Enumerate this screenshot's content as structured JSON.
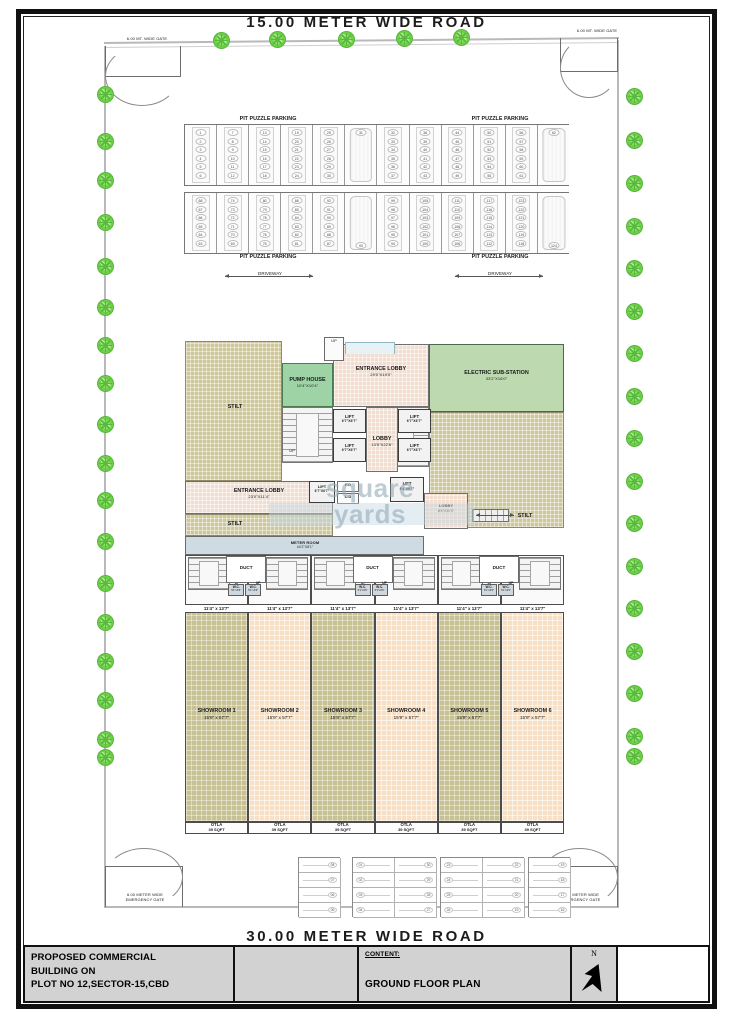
{
  "drawing": {
    "road_top": "15.00  METER WIDE ROAD",
    "road_bottom": "30.00  METER WIDE ROAD",
    "gate_top_left": "6.00 MT. WIDE GATE",
    "gate_top_right": "6.00 MT. WIDE GATE",
    "gate_bottom_left": "6.00 METER WIDE\nEMERGENCY GATE",
    "gate_bottom_right": "6.00 METER WIDE\nEMERGENCY GATE",
    "gate_bottom_left_l1": "6.00 METER WIDE",
    "gate_bottom_left_l2": "EMERGENCY GATE",
    "gate_bottom_right_l1": "6.00 METER WIDE",
    "gate_bottom_right_l2": "EMERGENCY GATE"
  },
  "parking": {
    "label_top_left": "PIT PUZZLE PARKING",
    "label_top_right": "PIT PUZZLE PARKING",
    "label_bottom_left": "PIT PUZZLE PARKING",
    "label_bottom_right": "PIT PUZZLE PARKING",
    "driveway_left": "DRIVEWAY",
    "driveway_right": "DRIVEWAY",
    "upper_row": [
      {
        "type": "stack",
        "numbers": [
          "1",
          "2",
          "3",
          "4",
          "5",
          "6"
        ]
      },
      {
        "type": "stack",
        "numbers": [
          "7",
          "8",
          "9",
          "10",
          "11",
          "12"
        ]
      },
      {
        "type": "stack",
        "numbers": [
          "13",
          "14",
          "15",
          "16",
          "17",
          "18"
        ]
      },
      {
        "type": "stack",
        "numbers": [
          "19",
          "20",
          "21",
          "22",
          "23",
          "24"
        ]
      },
      {
        "type": "stack",
        "numbers": [
          "25",
          "26",
          "27",
          "28",
          "29",
          "30"
        ]
      },
      {
        "type": "car",
        "numbers": [
          "31"
        ]
      },
      {
        "type": "stack",
        "numbers": [
          "32",
          "33",
          "34",
          "35",
          "36",
          "37"
        ]
      },
      {
        "type": "stack",
        "numbers": [
          "38",
          "39",
          "40",
          "41",
          "42",
          "43"
        ]
      },
      {
        "type": "stack",
        "numbers": [
          "44",
          "45",
          "46",
          "47",
          "48",
          "49"
        ]
      },
      {
        "type": "stack",
        "numbers": [
          "50",
          "51",
          "52",
          "53",
          "54",
          "55"
        ]
      },
      {
        "type": "stack",
        "numbers": [
          "56",
          "57",
          "58",
          "59",
          "60",
          "61"
        ]
      },
      {
        "type": "car",
        "numbers": [
          "62"
        ]
      }
    ],
    "lower_row": [
      {
        "type": "stack",
        "numbers": [
          "68",
          "67",
          "66",
          "65",
          "64",
          "63"
        ]
      },
      {
        "type": "stack",
        "numbers": [
          "74",
          "73",
          "72",
          "71",
          "70",
          "69"
        ]
      },
      {
        "type": "stack",
        "numbers": [
          "80",
          "79",
          "78",
          "77",
          "76",
          "75"
        ]
      },
      {
        "type": "stack",
        "numbers": [
          "86",
          "85",
          "84",
          "83",
          "82",
          "81"
        ]
      },
      {
        "type": "stack",
        "numbers": [
          "92",
          "91",
          "90",
          "89",
          "88",
          "87"
        ]
      },
      {
        "type": "car",
        "numbers": [
          "93"
        ]
      },
      {
        "type": "stack",
        "numbers": [
          "99",
          "98",
          "97",
          "96",
          "95",
          "94"
        ]
      },
      {
        "type": "stack",
        "numbers": [
          "105",
          "104",
          "103",
          "102",
          "101",
          "100"
        ]
      },
      {
        "type": "stack",
        "numbers": [
          "111",
          "110",
          "109",
          "108",
          "107",
          "106"
        ]
      },
      {
        "type": "stack",
        "numbers": [
          "117",
          "116",
          "115",
          "114",
          "113",
          "112"
        ]
      },
      {
        "type": "stack",
        "numbers": [
          "123",
          "122",
          "121",
          "120",
          "119",
          "118"
        ]
      },
      {
        "type": "car",
        "numbers": [
          "124"
        ]
      }
    ],
    "bottom_blocks": [
      {
        "cols": 1,
        "numbers": [
          [
            "08"
          ],
          [
            "07"
          ],
          [
            "06"
          ],
          [
            "05"
          ]
        ]
      },
      {
        "cols": 2,
        "numbers": [
          [
            "01",
            "30"
          ],
          [
            "02",
            "29"
          ],
          [
            "03",
            "28"
          ],
          [
            "04",
            "27"
          ]
        ]
      },
      {
        "cols": 2,
        "numbers": [
          [
            "23",
            "22"
          ],
          [
            "24",
            "21"
          ],
          [
            "25",
            "20"
          ],
          [
            "26",
            "19"
          ]
        ]
      },
      {
        "cols": 1,
        "numbers": [
          [
            "19"
          ],
          [
            "18"
          ],
          [
            "17"
          ],
          [
            "16"
          ]
        ]
      }
    ]
  },
  "building": {
    "stilt_label": "STILT",
    "rooms": [
      {
        "id": "stilt-top-left",
        "label": "STILT"
      },
      {
        "id": "stilt-mid-left",
        "label": "STILT"
      },
      {
        "id": "stilt-right",
        "label": "STILT"
      }
    ],
    "pump_house": {
      "name": "PUMP HOUSE",
      "dims": "10'4\"X10'4\""
    },
    "entrance_lobby_left": {
      "name": "ENTRANCE LOBBY",
      "dims": "23'0\"X11'4\""
    },
    "entrance_lobby_top": {
      "name": "ENTRANCE LOBBY",
      "dims": "29'0\"X19'0\""
    },
    "electric_substation": {
      "name": "ELECTRIC SUB-STATION",
      "dims": "33'2\"X16'0\""
    },
    "main_lobby": {
      "name": "LOBBY",
      "dims": "13'5\"X22'6\""
    },
    "small_lobby": {
      "name": "LOBBY",
      "dims": "8'4\"X11'0\""
    },
    "meter_room": {
      "name": "METER ROOM",
      "dims": "44'2\"X8'1\""
    },
    "lifts": [
      {
        "name": "LIFT",
        "dims": "6'7\"X6'7\""
      },
      {
        "name": "LIFT",
        "dims": "6'7\"X6'7\""
      },
      {
        "name": "LIFT",
        "dims": "6'7\"X6'7\""
      },
      {
        "name": "LIFT",
        "dims": "6'7\"X6'7\""
      },
      {
        "name": "LIFT",
        "dims": "6'7\"X6'7\""
      },
      {
        "name": "LIFT",
        "dims": "8'4\"X5'7\""
      }
    ],
    "shafts": [
      {
        "name": "F.D"
      },
      {
        "name": "L.D"
      }
    ],
    "up_label": "UP",
    "duct_label": "DUCT",
    "wc_label": "W.C.",
    "wc_dims": "5'1\"x3'6\"",
    "stair_dims": "11'4\" x 13'7\"",
    "ducts": [
      "DUCT",
      "DUCT",
      "DUCT"
    ],
    "showrooms": [
      {
        "name": "SHOWROOM 1",
        "dims": "15'9\" x 57'7\""
      },
      {
        "name": "SHOWROOM 2",
        "dims": "15'9\" x 57'7\""
      },
      {
        "name": "SHOWROOM 3",
        "dims": "15'9\" x 57'7\""
      },
      {
        "name": "SHOWROOM 4",
        "dims": "15'9\" x 57'7\""
      },
      {
        "name": "SHOWROOM 5",
        "dims": "15'9\" x 57'7\""
      },
      {
        "name": "SHOWROOM 6",
        "dims": "15'9\" x 57'7\""
      }
    ],
    "otlas": [
      {
        "name": "OTLA",
        "area": "39 SQFT"
      },
      {
        "name": "OTLA",
        "area": "39 SQFT"
      },
      {
        "name": "OTLA",
        "area": "39 SQFT"
      },
      {
        "name": "OTLA",
        "area": "39 SQFT"
      },
      {
        "name": "OTLA",
        "area": "39 SQFT"
      },
      {
        "name": "OTLA",
        "area": "39 SQFT"
      }
    ]
  },
  "watermark": {
    "line1": "square",
    "line2": "yards"
  },
  "title_block": {
    "project_line1": "PROPOSED COMMERCIAL",
    "project_line2": "BUILDING ON",
    "project_line3": "PLOT NO 12,SECTOR-15,CBD",
    "content_header": "CONTENT:",
    "content_value": "GROUND FLOOR PLAN",
    "north_letter": "N"
  },
  "colors": {
    "stilt": "#cdc79a",
    "lobby": "#f1ded0",
    "substation": "#bcd9b0",
    "pump": "#9ed4a5",
    "showroom_dark": "#c8c194",
    "showroom_light": "#f8e0c6",
    "tree": "#6fd04a",
    "titleblock": "#d2d2d2",
    "frame": "#111111"
  }
}
